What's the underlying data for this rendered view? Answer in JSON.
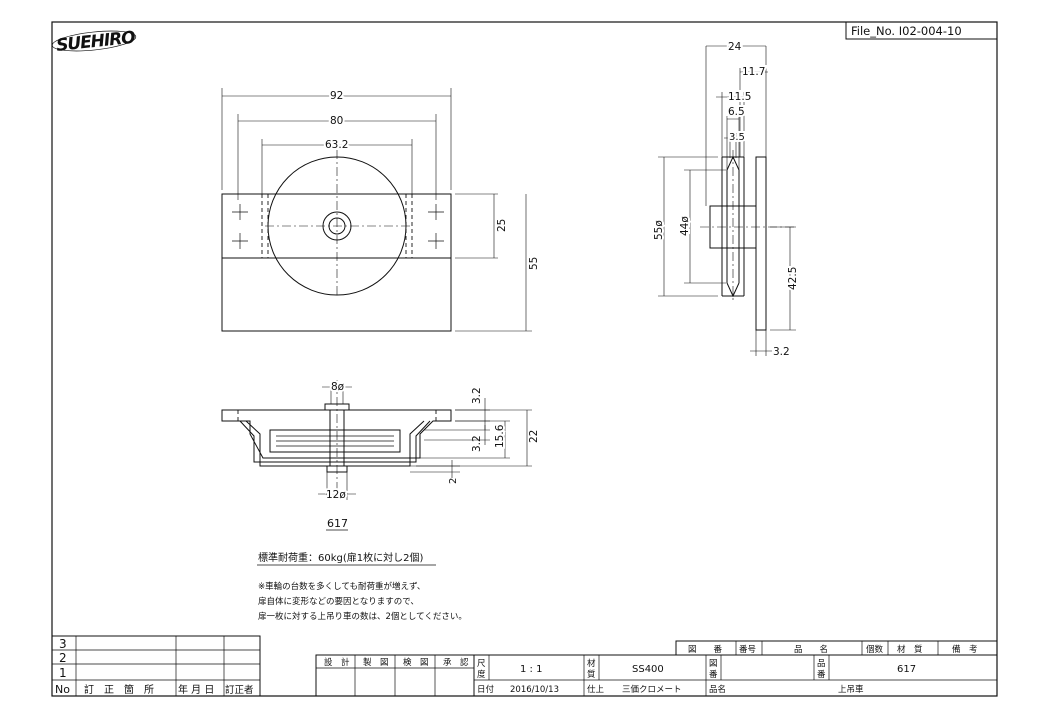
{
  "logo": {
    "text": "SUEHIRO"
  },
  "file_no": "File_No. I02-004-10",
  "front_view": {
    "dims": {
      "overall_width": "92",
      "hole_pitch": "80",
      "wheel_dia": "63.2",
      "hole_height": "25",
      "overall_height": "55"
    }
  },
  "side_view": {
    "dims": {
      "width": "24",
      "d1": "11.7",
      "d2": "11.5",
      "d3": "6.5",
      "d4": "3.5",
      "outer_dia": "55ø",
      "inner_dia": "44ø",
      "axle_height": "42.5",
      "plate_thickness": "3.2"
    }
  },
  "top_view": {
    "dims": {
      "axle_dia": "8ø",
      "bore_dia": "12ø",
      "top_thk": "3.2",
      "mid_thk": "3.2",
      "groove": "15.6",
      "total_h": "22",
      "gap": "2"
    }
  },
  "model_label": "617",
  "notes": {
    "load_line": "標準耐荷重：60kg(扉1枚に対し2個)",
    "bullet_1": "※車輪の台数を多くしても耐荷重が増えず、",
    "bullet_2": "扉自体に変形などの要因となりますので、",
    "bullet_3": "扉一枚に対する上吊り車の数は、2個としてください。"
  },
  "revision_table": {
    "rows": [
      "3",
      "2",
      "1"
    ],
    "headers": {
      "no": "No",
      "location": "訂　正　箇　所",
      "date": "年 月 日",
      "corrector": "訂正者"
    }
  },
  "approval": {
    "design": "設　計",
    "drafting": "製　図",
    "check": "検　図",
    "approval": "承　認"
  },
  "title_block": {
    "hdr_drawing_no": "図　　番",
    "hdr_item_no": "番号",
    "hdr_name": "品　　名",
    "hdr_qty": "個数",
    "hdr_material": "材　質",
    "hdr_remarks": "備　考",
    "scale_label_1": "尺",
    "scale_label_2": "度",
    "scale_value": "1 : 1",
    "material_label_1": "材",
    "material_label_2": "質",
    "material_value": "SS400",
    "drawing_no_label_1": "図",
    "drawing_no_label_2": "番",
    "product_no_label_1": "品",
    "product_no_label_2": "番",
    "product_no_value": "617",
    "date_label": "日付",
    "date_value": "2016/10/13",
    "finish_label": "仕上",
    "finish_value": "三価クロメート",
    "product_name_label": "品名",
    "product_name_value": "上吊車"
  }
}
